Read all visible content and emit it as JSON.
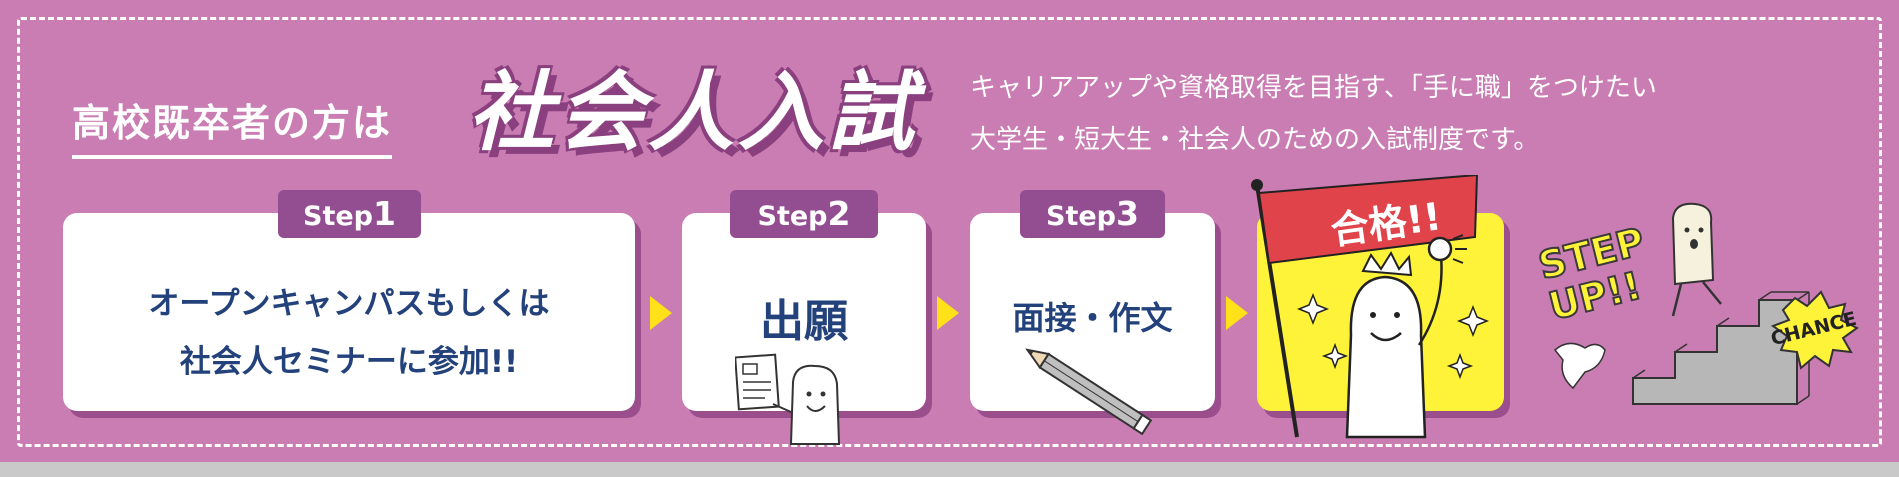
{
  "header": {
    "subtitle": "高校既卒者の方は",
    "title": "社会人入試",
    "description_lines": [
      "キャリアアップや資格取得を目指す、「手に職」をつけたい",
      "大学生・短大生・社会人のための入試制度です。"
    ]
  },
  "steps": [
    {
      "tab_label": "Step",
      "tab_number": "1",
      "text_lines": [
        "オープンキャンパスもしくは",
        "社会人セミナーに参加!!"
      ]
    },
    {
      "tab_label": "Step",
      "tab_number": "2",
      "text_lines": [
        "出願"
      ]
    },
    {
      "tab_label": "Step",
      "tab_number": "3",
      "text_lines": [
        "面接・作文"
      ]
    }
  ],
  "pass": {
    "flag_text": "合格!!"
  },
  "step_up": {
    "lines": [
      "STEP",
      "UP!!"
    ],
    "badge": "CHANCE"
  },
  "colors": {
    "background": "#c97db2",
    "tab": "#934e91",
    "text": "#23417a",
    "accent_yellow": "#fff339",
    "flag_red": "#e0434a"
  }
}
